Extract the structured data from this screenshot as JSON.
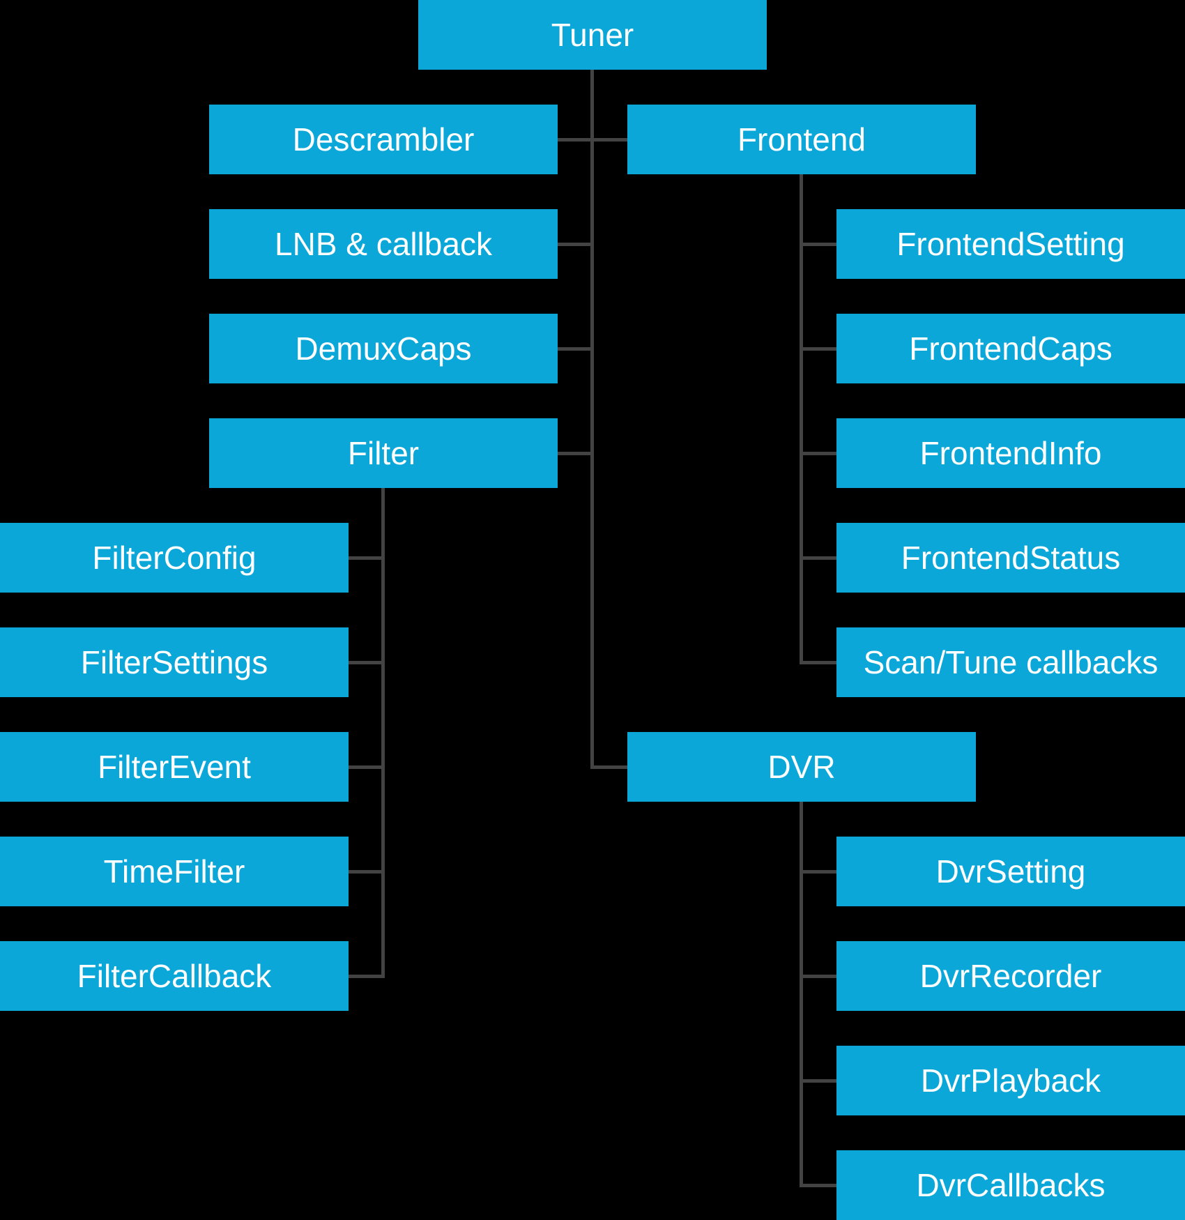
{
  "diagram": {
    "type": "tree",
    "root": "Tuner",
    "hierarchy": [
      {
        "parent": "Tuner",
        "children": [
          "Descrambler",
          "LNB & callback",
          "DemuxCaps",
          "Filter",
          "Frontend",
          "DVR"
        ]
      },
      {
        "parent": "Frontend",
        "children": [
          "FrontendSetting",
          "FrontendCaps",
          "FrontendInfo",
          "FrontendStatus",
          "Scan/Tune callbacks"
        ]
      },
      {
        "parent": "Filter",
        "children": [
          "FilterConfig",
          "FilterSettings",
          "FilterEvent",
          "TimeFilter",
          "FilterCallback"
        ]
      },
      {
        "parent": "DVR",
        "children": [
          "DvrSetting",
          "DvrRecorder",
          "DvrPlayback",
          "DvrCallbacks"
        ]
      }
    ]
  },
  "colors": {
    "background": "#000000",
    "box": "#0ba7d9",
    "line": "#434343",
    "text": "#ffffff"
  },
  "nodes": {
    "tuner": {
      "label": "Tuner"
    },
    "descrambler": {
      "label": "Descrambler"
    },
    "lnb": {
      "label": "LNB & callback"
    },
    "demuxcaps": {
      "label": "DemuxCaps"
    },
    "filter": {
      "label": "Filter"
    },
    "filterconfig": {
      "label": "FilterConfig"
    },
    "filtersettings": {
      "label": "FilterSettings"
    },
    "filterevent": {
      "label": "FilterEvent"
    },
    "timefilter": {
      "label": "TimeFilter"
    },
    "filtercallback": {
      "label": "FilterCallback"
    },
    "frontend": {
      "label": "Frontend"
    },
    "frontendsetting": {
      "label": "FrontendSetting"
    },
    "frontendcaps": {
      "label": "FrontendCaps"
    },
    "frontendinfo": {
      "label": "FrontendInfo"
    },
    "frontendstatus": {
      "label": "FrontendStatus"
    },
    "scantune": {
      "label": "Scan/Tune callbacks"
    },
    "dvr": {
      "label": "DVR"
    },
    "dvrsetting": {
      "label": "DvrSetting"
    },
    "dvrrecorder": {
      "label": "DvrRecorder"
    },
    "dvrplayback": {
      "label": "DvrPlayback"
    },
    "dvrcallbacks": {
      "label": "DvrCallbacks"
    }
  }
}
